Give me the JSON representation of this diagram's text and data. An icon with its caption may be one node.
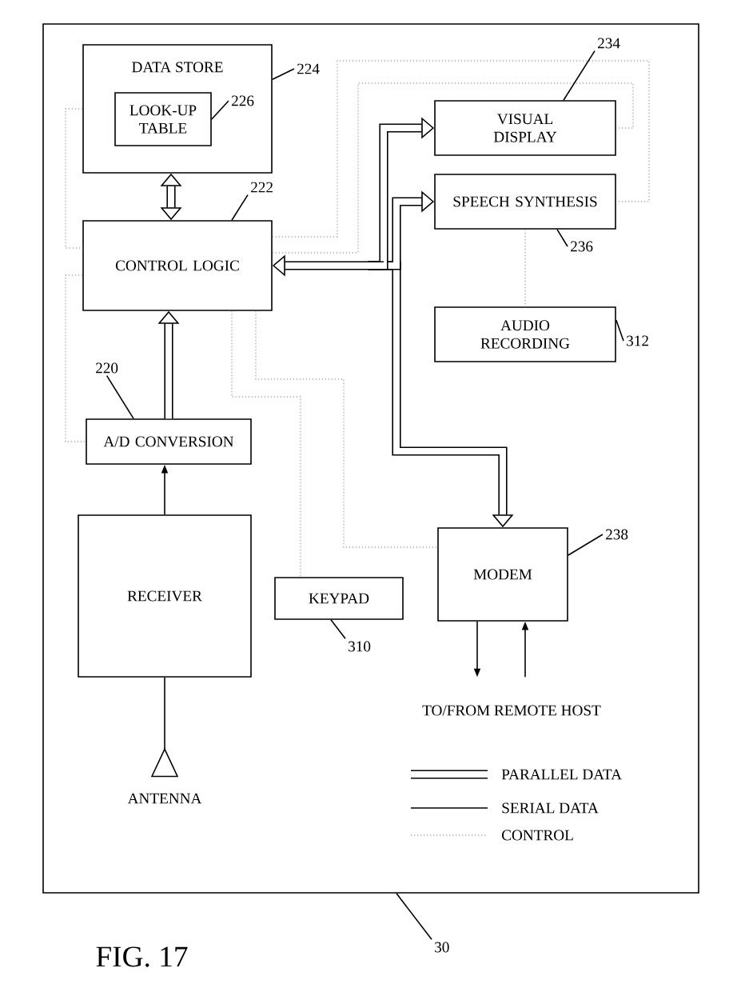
{
  "diagram": {
    "caption": "FIG. 17",
    "nodes": [
      {
        "text": [],
        "shape": "box"
      },
      {
        "text": [
          "DATA STORE"
        ],
        "in": 0
      },
      {
        "text": [
          "LOOK-UP TABLE"
        ],
        "in": 1
      },
      {
        "text": [
          "CONTROL LOGIC"
        ],
        "in": 0
      },
      {
        "text": [
          "A/D CONVERSION"
        ],
        "in": 0
      },
      {
        "text": [
          "RECEIVER"
        ],
        "in": 0
      },
      {
        "text": [
          "ANTENNA"
        ],
        "in": 0
      },
      {
        "text": [
          "VISUAL DISPLAY"
        ],
        "in": 0
      },
      {
        "text": [
          "SPEECH SYNTHESIS"
        ],
        "in": 0
      },
      {
        "text": [
          "AUDIO RECORDING"
        ],
        "in": 0
      },
      {
        "text": [
          "KEYPAD"
        ],
        "in": 0
      },
      {
        "text": [
          "MODEM"
        ],
        "in": 0
      },
      {
        "text": [
          "TO/FROM REMOTE HOST"
        ],
        "in": 0
      },
      {
        "text": [
          "224"
        ],
        "in": 0
      },
      {
        "text": [
          "226"
        ],
        "in": 1
      },
      {
        "text": [
          "222"
        ],
        "in": 0
      },
      {
        "text": [
          "220"
        ],
        "in": 0
      },
      {
        "text": [
          "234"
        ],
        "in": 0
      },
      {
        "text": [
          "236"
        ],
        "in": 0
      },
      {
        "text": [
          "312"
        ],
        "in": 0
      },
      {
        "text": [
          "238"
        ],
        "in": 0
      },
      {
        "text": [
          "310"
        ],
        "in": 0
      },
      {
        "text": [
          "30"
        ]
      }
    ],
    "edges": [
      {
        "from": 1,
        "to": 3,
        "arrow": "both",
        "style": "thick"
      },
      {
        "from": 4,
        "to": 3,
        "arrow": "to",
        "style": "thick"
      },
      {
        "from": 5,
        "to": 4,
        "arrow": "to"
      },
      {
        "from": 5,
        "to": 6,
        "arrow": "none"
      },
      {
        "from": 3,
        "to": 7,
        "arrow": "both",
        "style": "thick"
      },
      {
        "from": 3,
        "to": 8,
        "arrow": "both",
        "style": "thick"
      },
      {
        "from": 3,
        "to": 11,
        "arrow": "both",
        "style": "thick"
      },
      {
        "from": 1,
        "to": 3,
        "arrow": "none",
        "style": "dashed",
        "color": "#aaaaaa"
      },
      {
        "from": 3,
        "to": 4,
        "arrow": "none",
        "style": "dashed",
        "color": "#aaaaaa"
      },
      {
        "from": 3,
        "to": 8,
        "arrow": "none",
        "style": "dashed",
        "color": "#aaaaaa"
      },
      {
        "from": 3,
        "to": 7,
        "arrow": "none",
        "style": "dashed",
        "color": "#aaaaaa"
      },
      {
        "from": 8,
        "to": 9,
        "arrow": "none",
        "style": "dashed",
        "color": "#aaaaaa"
      },
      {
        "from": 3,
        "to": 10,
        "arrow": "none",
        "style": "dashed",
        "color": "#aaaaaa"
      },
      {
        "from": 3,
        "to": 11,
        "arrow": "none",
        "style": "dashed",
        "color": "#aaaaaa"
      },
      {
        "from": 11,
        "to": 12,
        "arrow": "to"
      },
      {
        "from": 12,
        "to": 11,
        "arrow": "to"
      },
      {
        "from": 13,
        "to": 1,
        "arrow": "none"
      },
      {
        "from": 14,
        "to": 2,
        "arrow": "none"
      },
      {
        "from": 15,
        "to": 3,
        "arrow": "none"
      },
      {
        "from": 16,
        "to": 4,
        "arrow": "none"
      },
      {
        "from": 17,
        "to": 7,
        "arrow": "none"
      },
      {
        "from": 18,
        "to": 8,
        "arrow": "none"
      },
      {
        "from": 19,
        "to": 9,
        "arrow": "none"
      },
      {
        "from": 20,
        "to": 11,
        "arrow": "none"
      },
      {
        "from": 21,
        "to": 10,
        "arrow": "none"
      },
      {
        "from": 22,
        "to": 0,
        "arrow": "none"
      }
    ],
    "legend": [
      {
        "text": "PARALLEL DATA"
      },
      {
        "text": "SERIAL DATA"
      },
      {
        "text": "CONTROL"
      }
    ]
  }
}
